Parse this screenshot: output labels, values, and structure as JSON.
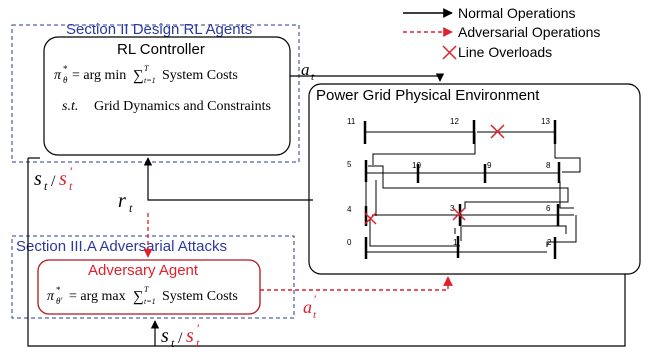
{
  "legend": {
    "normal": "Normal Operations",
    "adversarial": "Adversarial Operations",
    "overloads": "Line Overloads"
  },
  "section_design": "Section II Design RL Agents",
  "rl_controller": {
    "title": "RL Controller",
    "objective_lhs": "π",
    "objective_sub": "θ",
    "objective_sup": "*",
    "objective_rhs": "= arg min",
    "sum_symbol": "∑",
    "sum_upper": "T",
    "sum_lower": "t=1",
    "objective_term": "System Costs",
    "st": "s.t.",
    "constraints": "Grid Dynamics and Constraints"
  },
  "section_attack": "Section III.A Adversarial Attacks",
  "adversary": {
    "title": "Adversary Agent",
    "objective_lhs": "π",
    "objective_sub": "θ′",
    "objective_sup": "*",
    "objective_rhs": "= arg max",
    "sum_symbol": "∑",
    "sum_upper": "T",
    "sum_lower": "t=1",
    "objective_term": "System Costs"
  },
  "env_title": "Power Grid Physical Environment",
  "signals": {
    "action": "a",
    "action_sub": "t",
    "reward": "r",
    "reward_sub": "t",
    "state": "s",
    "state_sub": "t",
    "slash": "/",
    "adv_state": "s",
    "adv_state_sub": "t",
    "adv_state_prime": "′",
    "adv_action": "a",
    "adv_action_sub": "t",
    "adv_action_prime": "′"
  },
  "buses": [
    "0",
    "1",
    "2",
    "3",
    "4",
    "5",
    "6",
    "8",
    "9",
    "10",
    "11",
    "12",
    "13"
  ],
  "colors": {
    "section_box": "#2a3a9e",
    "adversarial": "#e0202a",
    "normal": "#000000"
  }
}
